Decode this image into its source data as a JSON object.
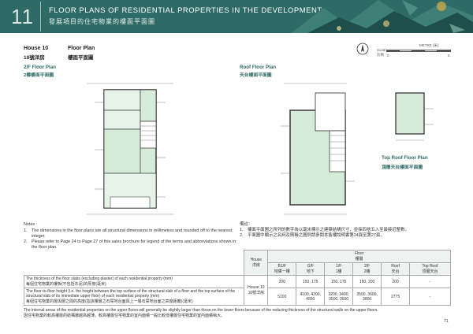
{
  "header": {
    "number": "11",
    "title_en": "FLOOR PLANS OF RESIDENTIAL PROPERTIES IN THE DEVELOPMENT",
    "title_zh": "發展項目的住宅物業的樓面平面圖"
  },
  "house": {
    "en": "House 10",
    "zh": "10號洋房"
  },
  "plan_title": {
    "en": "Floor Plan",
    "zh": "樓面平面圖"
  },
  "left_plan": {
    "en": "2/F Floor Plan",
    "zh": "2樓樓面平面圖"
  },
  "right_plan": {
    "en": "Roof Floor Plan",
    "zh": "天台樓面平面圖"
  },
  "top_roof_plan": {
    "en": "Top Roof Floor Plan",
    "zh": "頂層天台樓面平面圖"
  },
  "scale": {
    "label_en": "Scale",
    "label_zh": "比例",
    "unit": "METRE (米)",
    "start": "0",
    "end": "5"
  },
  "notes_en": {
    "title": "Notes :",
    "items": [
      {
        "k": "1.",
        "text": "The dimensions in the floor plans are all structural dimensions in millimetres and rounded off to the nearest integer."
      },
      {
        "k": "2.",
        "text": "Please refer to Page 24 to Page 27 of this sales brochure for legend of the terms and abbreviations shown in the floor plan."
      }
    ]
  },
  "notes_zh": {
    "title": "備註：",
    "items": [
      {
        "k": "1.",
        "text": "樓面平面圖之所列的數字為以毫米標示之建築結構尺寸，並採四捨五入至最接近整數。"
      },
      {
        "k": "2.",
        "text": "平面圖中顯示之名詞及簡稱之圖例請參閱本售樓說明書第24頁至第27頁。"
      }
    ]
  },
  "table": {
    "house_header_en": "House",
    "house_header_zh": "洋房",
    "floor_header_en": "Floor",
    "floor_header_zh": "樓層",
    "columns": [
      {
        "en": "B1/F",
        "zh": "地庫一樓"
      },
      {
        "en": "G/F",
        "zh": "地下"
      },
      {
        "en": "1/F",
        "zh": "1樓"
      },
      {
        "en": "2/F",
        "zh": "2樓"
      },
      {
        "en": "Roof",
        "zh": "天台"
      },
      {
        "en": "Top Roof",
        "zh": "頂層天台"
      }
    ],
    "house_cell_en": "House 10",
    "house_cell_zh": "10號洋房",
    "row1": {
      "desc_en": "The thickness of the floor slabs (excluding plaster) of each residential property (mm)",
      "desc_zh": "每個住宅物業的樓板(不包括灰泥)的厚度(毫米)",
      "values": [
        "200",
        "150, 175",
        "150, 175",
        "150, 200",
        "200",
        "-"
      ]
    },
    "row2": {
      "desc_en": "The floor-to-floor height (i.e. the height between the top surface of the structural slab of a floor and the top surface of the structural slab of its immediate upper floor) of each residential property (mm)",
      "desc_zh": "每個住宅物業的層與層之間的高度(指該樓層之石屎地台面與上一層石屎地台面之高度距離)(毫米)",
      "values": [
        "5100",
        "4100, 4200, 4550",
        "3200, 3400, 3500, 3600",
        "3500, 3600, 3800",
        "2775",
        "-"
      ]
    }
  },
  "footer": {
    "en": "The internal areas of the residential properties on the upper floors will generally be slightly larger than those on the lower floors because of the reducing thickness of the structural walls on the upper floors.",
    "zh": "因住宅物業的較高樓層的結構牆越高越薄，較高樓層住宅物業的室內面積一般比較低樓層住宅物業的室內面積稍大。"
  },
  "page_number": "71",
  "colors": {
    "header_bg": "#2f6b66",
    "accent": "#2f6b66"
  }
}
